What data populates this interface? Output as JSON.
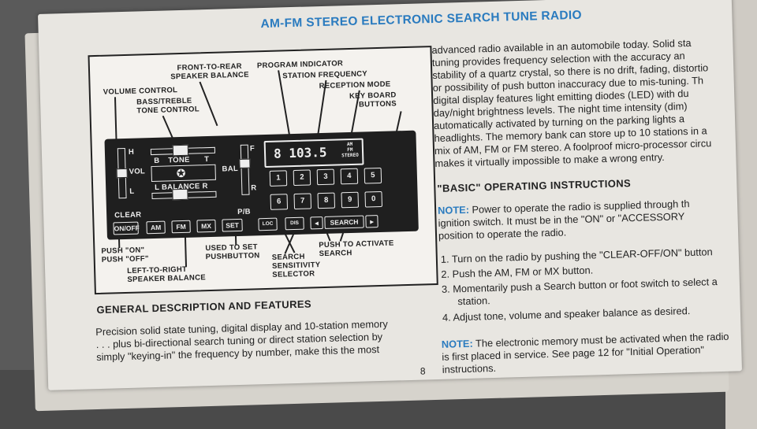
{
  "header": {
    "title": "AM-FM STEREO ELECTRONIC SEARCH TUNE RADIO"
  },
  "diagram": {
    "callouts": {
      "front_to_rear": [
        "FRONT-TO-REAR",
        "SPEAKER BALANCE"
      ],
      "program_indicator": "PROGRAM INDICATOR",
      "station_frequency": "STATION FREQUENCY",
      "volume_control": "VOLUME CONTROL",
      "reception_mode": "RECEPTION MODE",
      "bass_treble": [
        "BASS/TREBLE",
        "TONE CONTROL"
      ],
      "keyboard_buttons": [
        "KEY BOARD",
        "BUTTONS"
      ],
      "push_on_off": [
        "PUSH \"ON\"",
        "PUSH \"OFF\""
      ],
      "used_to_set": [
        "USED TO SET",
        "PUSHBUTTON"
      ],
      "push_to_activate": [
        "PUSH TO ACTIVATE",
        "SEARCH"
      ],
      "left_to_right": [
        "LEFT-TO-RIGHT",
        "SPEAKER BALANCE"
      ],
      "search_sensitivity": [
        "SEARCH",
        "SENSITIVITY",
        "SELECTOR"
      ]
    },
    "panel": {
      "h": "H",
      "l": "L",
      "b": "B",
      "tone": "TONE",
      "t": "T",
      "vol": "VOL",
      "bal": "BAL",
      "balance": "L BALANCE R",
      "f": "F",
      "r": "R",
      "clear": "CLEAR",
      "pb": "P/B",
      "frequency": "8 103.5",
      "mode_am": "AM",
      "mode_fm": "FM",
      "mode_stereo": "STEREO",
      "keys_row1": [
        "1",
        "2",
        "3",
        "4",
        "5"
      ],
      "keys_row2": [
        "6",
        "7",
        "8",
        "9",
        "0"
      ],
      "buttons": {
        "onoff": "ON/OFF",
        "am": "AM",
        "fm": "FM",
        "mx": "MX",
        "set": "SET",
        "loc": "LOC",
        "dis": "DIS",
        "search": "SEARCH",
        "left": "◂",
        "right": "▸"
      }
    }
  },
  "general": {
    "heading": "GENERAL DESCRIPTION AND FEATURES",
    "lines": [
      "Precision solid state tuning, digital display and 10-station memory",
      ". . . plus bi-directional search tuning or direct station selection by",
      "simply \"keying-in\" the frequency by number, make this the most"
    ]
  },
  "page_number": "8",
  "right_column": {
    "intro_lines": [
      "advanced radio available in an automobile today. Solid sta",
      "tuning provides frequency selection with the accuracy an",
      "stability of a quartz crystal, so there is no drift, fading, distortio",
      "or possibility of push button inaccuracy due to mis-tuning. Th",
      "digital display features light emitting diodes (LED) with du",
      "day/night brightness levels. The night time intensity (dim)",
      "automatically activated by turning on the parking lights a",
      "headlights. The memory bank can store up to 10 stations in a",
      "mix of AM, FM or FM stereo. A foolproof micro-processor circu",
      "makes it virtually impossible to make a wrong entry."
    ],
    "basic_heading": "\"BASIC\" OPERATING INSTRUCTIONS",
    "note1_label": "NOTE:",
    "note1_lines": [
      " Power to operate the radio is supplied through th",
      "ignition switch. It must be in the \"ON\" or \"ACCESSORY",
      "position to operate the radio."
    ],
    "steps": [
      {
        "num": "1.",
        "lines": [
          "Turn on the radio by pushing the \"CLEAR-OFF/ON\" button"
        ]
      },
      {
        "num": "2.",
        "lines": [
          "Push the AM, FM or MX button."
        ]
      },
      {
        "num": "3.",
        "lines": [
          "Momentarily push a Search button or foot switch to select a",
          "station."
        ]
      },
      {
        "num": "4.",
        "lines": [
          "Adjust tone, volume and speaker balance as desired."
        ]
      }
    ],
    "note2_label": "NOTE:",
    "note2_lines": [
      " The electronic memory must be activated when the radio",
      "is first placed in service. See page 12 for \"Initial Operation\"",
      "instructions."
    ]
  }
}
